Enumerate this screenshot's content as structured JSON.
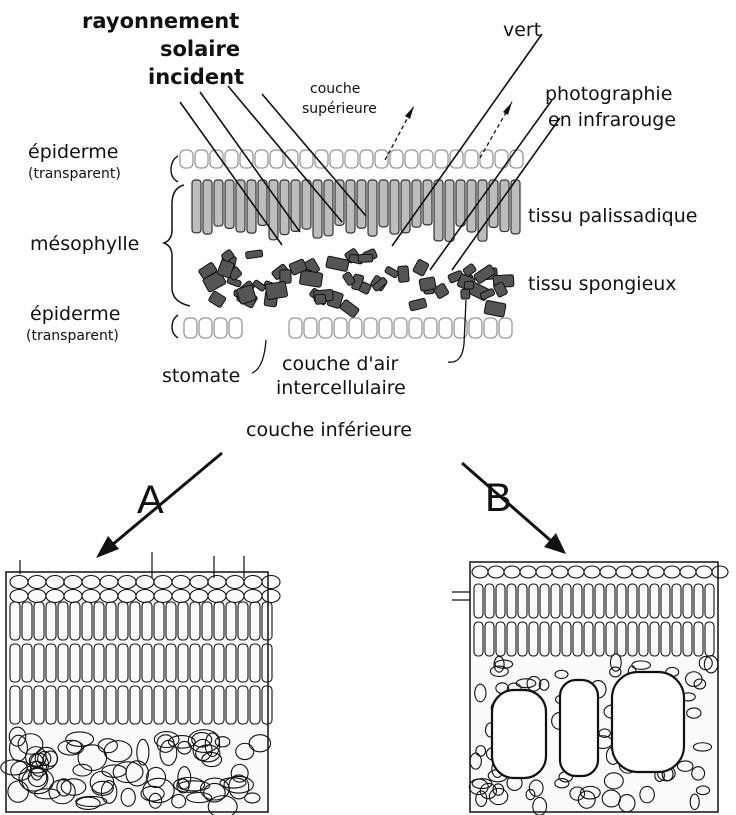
{
  "labels": {
    "rayonnement": "rayonnement",
    "solaire": "solaire",
    "incident": "incident",
    "vert": "vert",
    "photographie": "photographie",
    "en_infrarouge": "en infrarouge",
    "couche": "couche",
    "superieure": "supérieure",
    "epiderme_top": "épiderme",
    "transparent_top": "(transparent)",
    "tissu_palissadique": "tissu palissadique",
    "mesophylle": "mésophylle",
    "tissu_spongieux": "tissu spongieux",
    "epiderme_bottom": "épiderme",
    "transparent_bottom": "(transparent)",
    "stomate": "stomate",
    "couche_dair": "couche d'air",
    "intercellulaire": "intercellulaire",
    "couche_inferieure": "couche inférieure",
    "letter_a": "A",
    "letter_b": "B"
  }
}
